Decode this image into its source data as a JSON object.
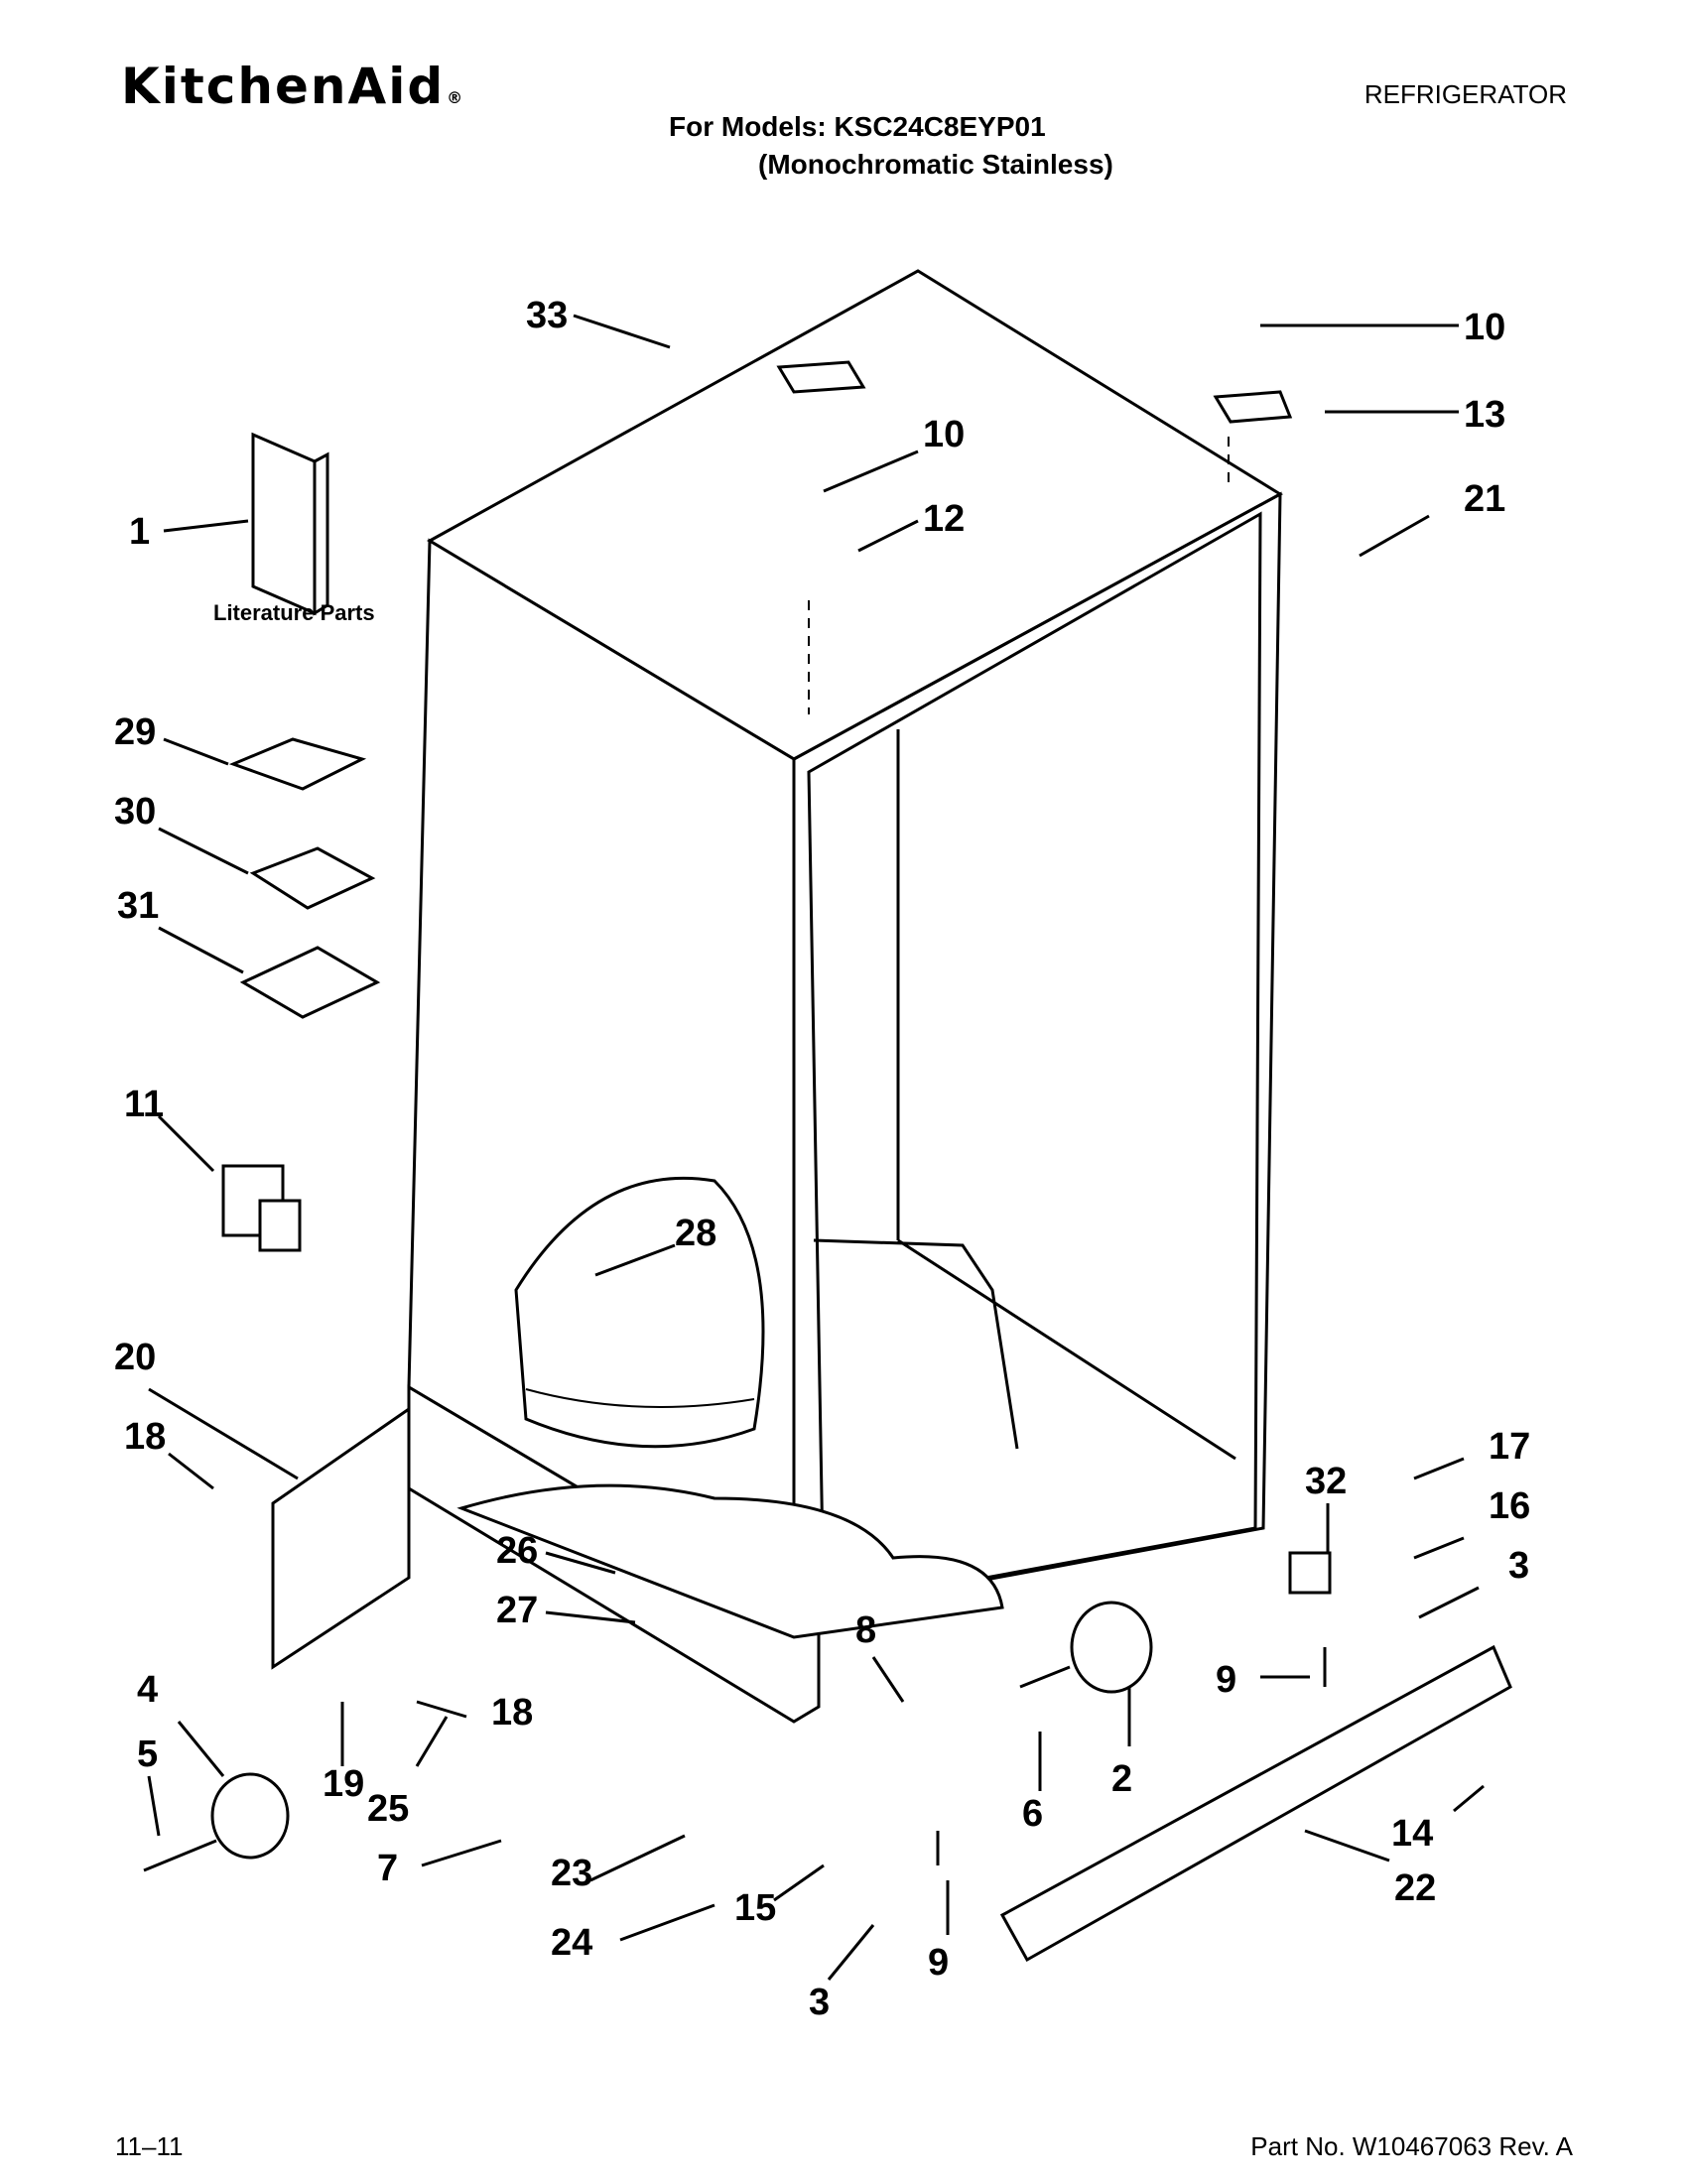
{
  "header": {
    "brand": "KitchenAid",
    "brand_mark": "®",
    "category": "REFRIGERATOR",
    "models_line": "For Models: KSC24C8EYP01",
    "variant_line": "(Monochromatic Stainless)"
  },
  "diagram": {
    "caption": "Literature Parts",
    "callouts": [
      "33",
      "10",
      "13",
      "10",
      "12",
      "21",
      "1",
      "29",
      "30",
      "31",
      "11",
      "28",
      "20",
      "18",
      "32",
      "17",
      "16",
      "3",
      "26",
      "27",
      "8",
      "9",
      "2",
      "4",
      "5",
      "19",
      "25",
      "18",
      "7",
      "6",
      "14",
      "23",
      "24",
      "15",
      "3",
      "9",
      "22"
    ]
  },
  "footer": {
    "date": "11–11",
    "part_number": "Part No. W10467063 Rev. A"
  }
}
